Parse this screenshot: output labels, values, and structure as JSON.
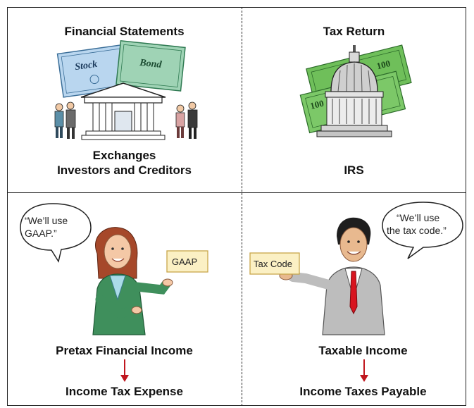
{
  "top_left": {
    "title": "Financial Statements",
    "certificate_stock": "Stock",
    "certificate_bond": "Bond",
    "caption_line1": "Exchanges",
    "caption_line2": "Investors and Creditors"
  },
  "top_right": {
    "title": "Tax Return",
    "bill_denomination": "100",
    "caption": "IRS"
  },
  "bottom_left": {
    "speech_line1": "“We’ll use",
    "speech_line2": "GAAP.”",
    "card_label": "GAAP",
    "flow_top": "Pretax Financial Income",
    "flow_bottom": "Income Tax Expense"
  },
  "bottom_right": {
    "speech_line1": "“We’ll use",
    "speech_line2": "the tax code.”",
    "card_label": "Tax Code",
    "flow_top": "Taxable Income",
    "flow_bottom": "Income Taxes Payable"
  },
  "colors": {
    "arrow": "#c0161e",
    "card_fill": "#fbf0c4",
    "stock_certificate": "#b9d6ef",
    "bond_certificate": "#9fd3b5",
    "money": "#6fbf5a"
  }
}
